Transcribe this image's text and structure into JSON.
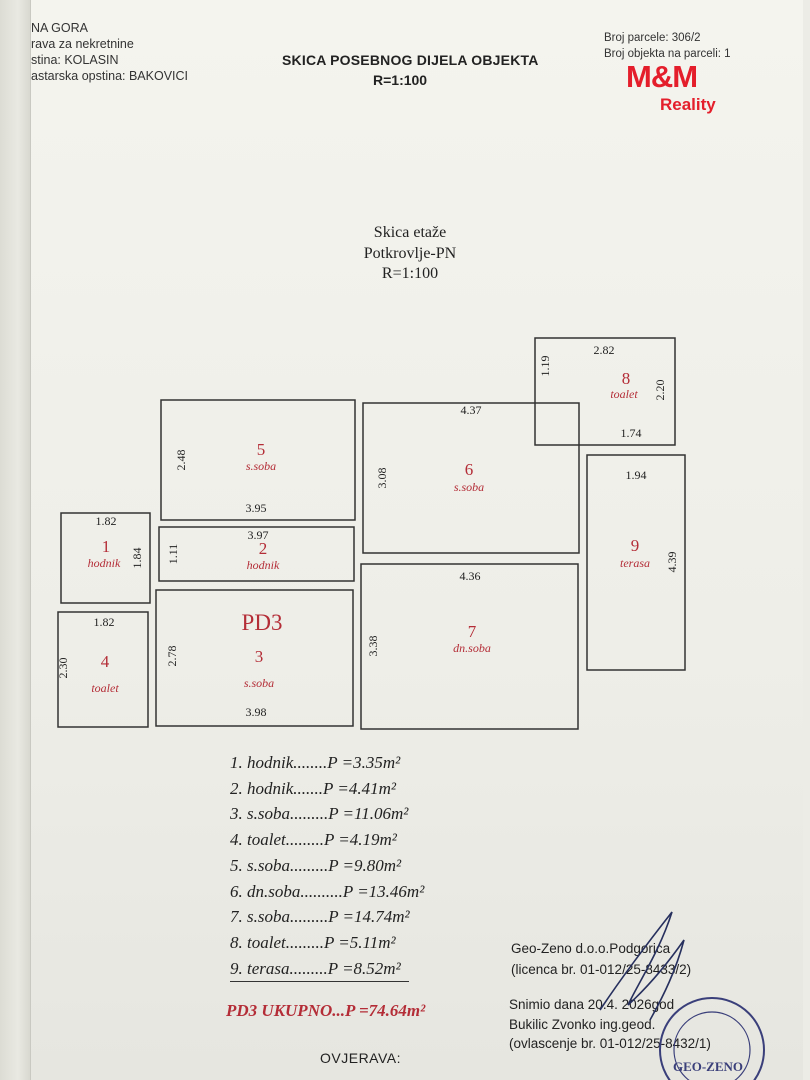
{
  "header": {
    "left_lines": [
      "NA GORA",
      "rava za nekretnine",
      "stina: KOLASIN",
      "astarska opstina: BAKOVICI"
    ],
    "title": "SKICA POSEBNOG DIJELA OBJEKTA",
    "scale": "R=1:100",
    "parcel_number": "Broj parcele: 306/2",
    "object_number": "Broj objekta na parceli: 1"
  },
  "logo": {
    "brand": "M&M",
    "sub": "Reality",
    "color": "#e41e2b"
  },
  "floor": {
    "title": "Skica etaže",
    "level": "Potkrovlje-PN",
    "scale": "R=1:100"
  },
  "unit_label": "PD3",
  "rooms": [
    {
      "num": "1",
      "name": "hodnik",
      "dims": [
        "1.82",
        "1.84"
      ]
    },
    {
      "num": "2",
      "name": "hodnik",
      "dims": [
        "3.97",
        "1.11"
      ]
    },
    {
      "num": "3",
      "name": "s.soba",
      "dims": [
        "2.78",
        "3.98"
      ]
    },
    {
      "num": "4",
      "name": "toalet",
      "dims": [
        "1.82",
        "2.30"
      ]
    },
    {
      "num": "5",
      "name": "s.soba",
      "dims": [
        "2.48",
        "3.95"
      ]
    },
    {
      "num": "6",
      "name": "s.soba",
      "dims": [
        "4.37",
        "3.08"
      ]
    },
    {
      "num": "7",
      "name": "dn.soba",
      "dims": [
        "4.36",
        "3.38"
      ]
    },
    {
      "num": "8",
      "name": "toalet",
      "dims": [
        "2.82",
        "1.19",
        "2.20",
        "1.74"
      ]
    },
    {
      "num": "9",
      "name": "terasa",
      "dims": [
        "1.94",
        "4.39"
      ]
    }
  ],
  "area_list": [
    "1. hodnik........P =3.35m²",
    "2. hodnik.......P =4.41m²",
    "3. s.soba.........P =11.06m²",
    "4. toalet.........P =4.19m²",
    "5. s.soba.........P =9.80m²",
    "6. dn.soba..........P =13.46m²",
    "7. s.soba.........P =14.74m²",
    "8. toalet.........P =5.11m²",
    "9. terasa.........P =8.52m²"
  ],
  "total": "PD3  UKUPNO...P =74.64m²",
  "firm": {
    "name": "Geo-Zeno d.o.o.Podgorica",
    "license": "(licenca br. 01-012/25-8433/2)"
  },
  "survey": {
    "date": "Snimio dana 20.4. 2026god",
    "surveyor": "Bukilic Zvonko ing.geod.",
    "authorization": "(ovlascenje br. 01-012/25-8432/1)"
  },
  "stamp": {
    "text": "GEO-ZENO"
  },
  "footer": {
    "ovjerava": "OVJERAVA:"
  },
  "colors": {
    "accent_red": "#b42d37",
    "logo_red": "#e41e2b",
    "ink": "#222222"
  }
}
